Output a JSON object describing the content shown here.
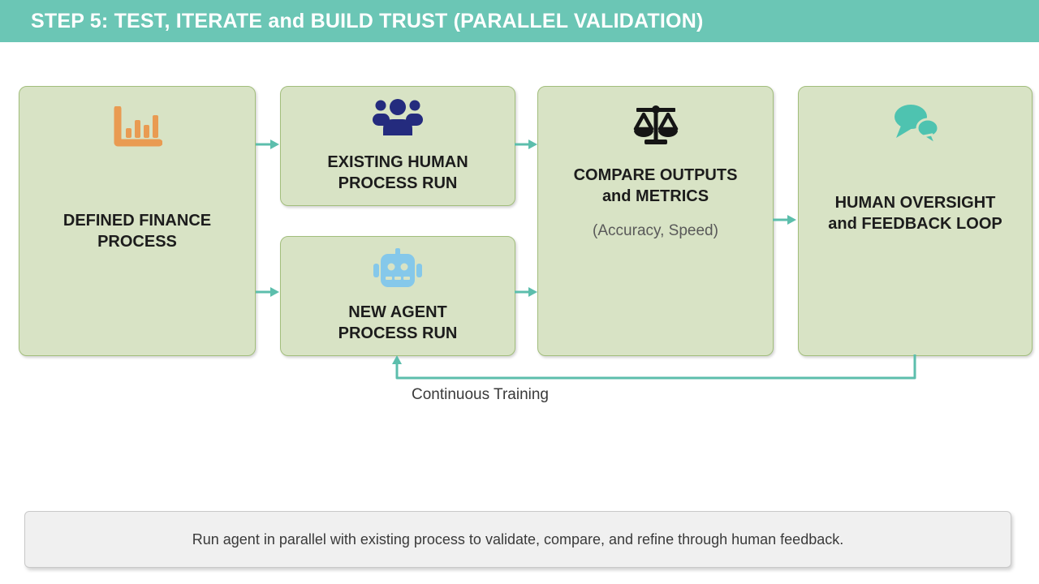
{
  "header": {
    "title": "STEP 5: TEST, ITERATE and BUILD TRUST (PARALLEL VALIDATION)"
  },
  "nodes": [
    {
      "id": "defined-finance-process",
      "label": "DEFINED FINANCE\nPROCESS",
      "icon": "bar-chart-icon",
      "icon_color": "#E99B52"
    },
    {
      "id": "existing-human-process-run",
      "label": "EXISTING HUMAN\nPROCESS RUN",
      "icon": "people-icon",
      "icon_color": "#242B7E"
    },
    {
      "id": "new-agent-process-run",
      "label": "NEW AGENT\nPROCESS RUN",
      "icon": "robot-icon",
      "icon_color": "#85C8EA"
    },
    {
      "id": "compare-outputs-metrics",
      "label": "COMPARE OUTPUTS\nand METRICS",
      "sublabel": "(Accuracy, Speed)",
      "icon": "scales-icon",
      "icon_color": "#151515"
    },
    {
      "id": "human-oversight-feedback",
      "label": "HUMAN OVERSIGHT\nand FEEDBACK LOOP",
      "icon": "chat-bubbles-icon",
      "icon_color": "#4EC3B0"
    }
  ],
  "edges": [
    {
      "from": "defined-finance-process",
      "to": "existing-human-process-run"
    },
    {
      "from": "defined-finance-process",
      "to": "new-agent-process-run"
    },
    {
      "from": "existing-human-process-run",
      "to": "compare-outputs-metrics"
    },
    {
      "from": "new-agent-process-run",
      "to": "compare-outputs-metrics"
    },
    {
      "from": "compare-outputs-metrics",
      "to": "human-oversight-feedback"
    },
    {
      "from": "human-oversight-feedback",
      "to": "new-agent-process-run",
      "label": "Continuous Training"
    }
  ],
  "footer": {
    "note": "Run agent in parallel with existing process to validate, compare, and refine through human feedback."
  },
  "colors": {
    "header_bg": "#6BC6B5",
    "node_fill": "#D8E3C5",
    "node_border": "#A2BE7C",
    "connector": "#5CBEAC",
    "footer_bg": "#F0F0F0",
    "footer_border": "#C9C9C9"
  }
}
